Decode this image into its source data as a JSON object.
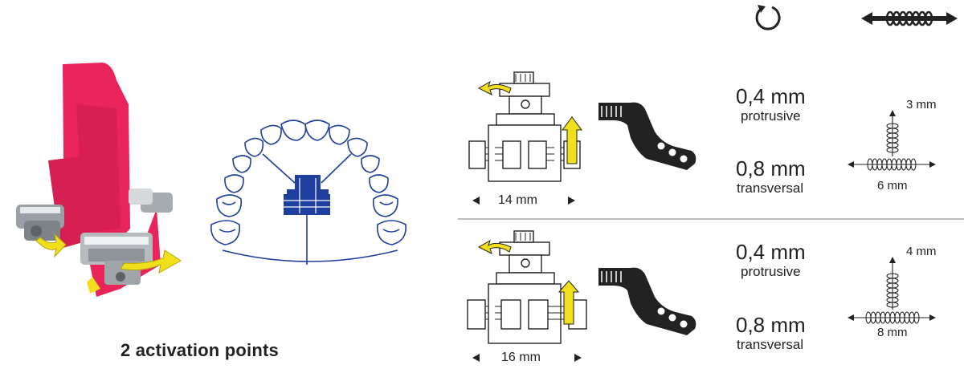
{
  "caption": "2 activation points",
  "colors": {
    "appliance_red": "#e8245a",
    "arch_blue": "#1f3f9e",
    "arrow_yellow": "#f2df1c",
    "ink": "#222222",
    "divider": "#bdbdbd"
  },
  "header_icons": [
    "rotation-icon",
    "spring-expansion-icon"
  ],
  "rows": [
    {
      "width_label": "14 mm",
      "protrusive_value": "0,4 mm",
      "protrusive_label": "protrusive",
      "transversal_value": "0,8 mm",
      "transversal_label": "transversal",
      "spring_vertical": "3 mm",
      "spring_horizontal": "6 mm"
    },
    {
      "width_label": "16 mm",
      "protrusive_value": "0,4 mm",
      "protrusive_label": "protrusive",
      "transversal_value": "0,8 mm",
      "transversal_label": "transversal",
      "spring_vertical": "4 mm",
      "spring_horizontal": "8 mm"
    }
  ]
}
